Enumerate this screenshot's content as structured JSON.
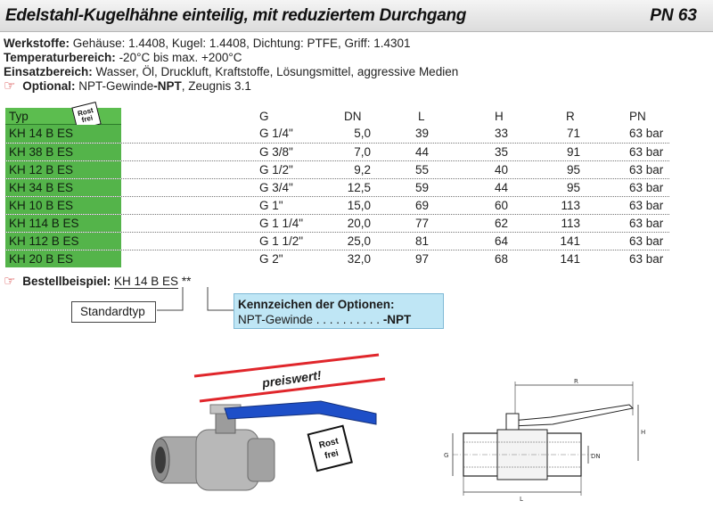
{
  "header": {
    "title": "Edelstahl-Kugelhähne einteilig, mit reduziertem Durchgang",
    "pn": "PN 63"
  },
  "specs": {
    "werkstoffe_label": "Werkstoffe:",
    "werkstoffe_value": "Gehäuse: 1.4408, Kugel: 1.4408, Dichtung: PTFE, Griff: 1.4301",
    "temperatur_label": "Temperaturbereich:",
    "temperatur_value": "-20°C bis max. +200°C",
    "einsatz_label": "Einsatzbereich:",
    "einsatz_value": "Wasser, Öl, Druckluft, Kraftstoffe, Lösungsmittel, aggressive Medien",
    "optional_label": "Optional:",
    "optional_value_1": "NPT-Gewinde",
    "optional_value_2": "-NPT",
    "optional_value_3": ", Zeugnis 3.1"
  },
  "table": {
    "headers": {
      "typ": "Typ",
      "g": "G",
      "dn": "DN",
      "l": "L",
      "h": "H",
      "r": "R",
      "pn": "PN"
    },
    "stamp_line1": "Rost",
    "stamp_line2": "frei",
    "rows": [
      {
        "typ": "KH 14 B ES",
        "g": "G 1/4\"",
        "dn": "5,0",
        "l": "39",
        "h": "33",
        "r": "71",
        "pn": "63 bar"
      },
      {
        "typ": "KH 38 B ES",
        "g": "G 3/8\"",
        "dn": "7,0",
        "l": "44",
        "h": "35",
        "r": "91",
        "pn": "63 bar"
      },
      {
        "typ": "KH 12 B ES",
        "g": "G 1/2\"",
        "dn": "9,2",
        "l": "55",
        "h": "40",
        "r": "95",
        "pn": "63 bar"
      },
      {
        "typ": "KH 34 B ES",
        "g": "G 3/4\"",
        "dn": "12,5",
        "l": "59",
        "h": "44",
        "r": "95",
        "pn": "63 bar"
      },
      {
        "typ": "KH 10 B ES",
        "g": "G 1\"",
        "dn": "15,0",
        "l": "69",
        "h": "60",
        "r": "113",
        "pn": "63 bar"
      },
      {
        "typ": "KH 114 B ES",
        "g": "G 1 1/4\"",
        "dn": "20,0",
        "l": "77",
        "h": "62",
        "r": "113",
        "pn": "63 bar"
      },
      {
        "typ": "KH 112 B ES",
        "g": "G 1 1/2\"",
        "dn": "25,0",
        "l": "81",
        "h": "64",
        "r": "141",
        "pn": "63 bar"
      },
      {
        "typ": "KH 20 B ES",
        "g": "G 2\"",
        "dn": "32,0",
        "l": "97",
        "h": "68",
        "r": "141",
        "pn": "63 bar"
      }
    ]
  },
  "order": {
    "label": "Bestellbeispiel:",
    "value": "KH 14 B ES",
    "suffix": "**",
    "standard_label": "Standardtyp",
    "options_title": "Kennzeichen der Optionen:",
    "options_item": "NPT-Gewinde",
    "options_dots": " . . . . . . . . . . ",
    "options_code": "-NPT"
  },
  "photo": {
    "banner": "preiswert!",
    "stamp_line1": "Rost",
    "stamp_line2": "frei"
  },
  "drawing": {
    "label_r": "R",
    "label_h": "H",
    "label_g": "G",
    "label_dn": "DN",
    "label_l": "L"
  },
  "colors": {
    "type_column": "#54b44a",
    "options_box": "#bfe6f5",
    "handle_blue": "#1e4fc8",
    "banner_red": "#e0262b",
    "hand_icon": "#d12a2a"
  },
  "icons": [
    "pointing-hand-icon",
    "rostfrei-stamp-icon"
  ]
}
